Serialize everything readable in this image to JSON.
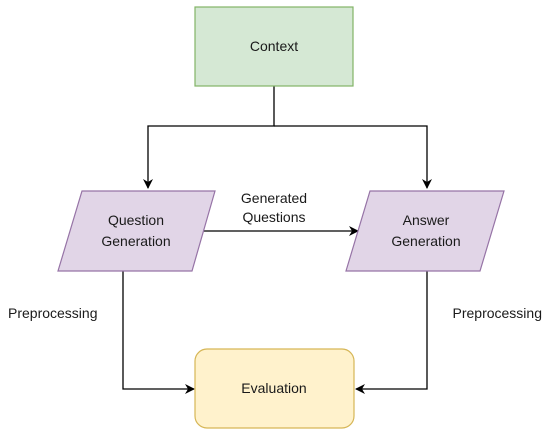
{
  "nodes": {
    "context": {
      "label": "Context",
      "fill": "#d5e8d4",
      "stroke": "#82b366"
    },
    "question_generation": {
      "label_line1": "Question",
      "label_line2": "Generation",
      "fill": "#e1d5e7",
      "stroke": "#9673a6"
    },
    "answer_generation": {
      "label_line1": "Answer",
      "label_line2": "Generation",
      "fill": "#e1d5e7",
      "stroke": "#9673a6"
    },
    "evaluation": {
      "label": "Evaluation",
      "fill": "#fff2cc",
      "stroke": "#d6b656"
    }
  },
  "edges": {
    "generated_questions": {
      "label_line1": "Generated",
      "label_line2": "Questions"
    },
    "preprocessing_left": {
      "label": "Preprocessing"
    },
    "preprocessing_right": {
      "label": "Preprocessing"
    }
  },
  "colors": {
    "edge": "#000000"
  }
}
